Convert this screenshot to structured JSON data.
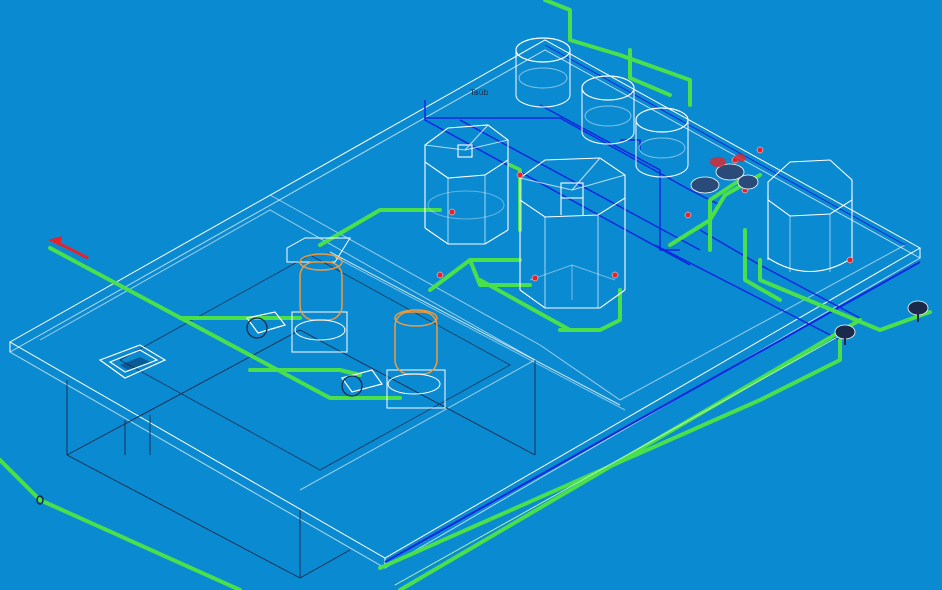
{
  "colors": {
    "background": "#0a8ad0",
    "wireframe": "#ffffff",
    "dark_edges": "#1b2a4a",
    "pipe_green": "#49e04c",
    "pipe_blue": "#1028e0",
    "pump_orange": "#f39a3a",
    "valve_red": "#e4232b"
  },
  "labels": {
    "tank_tag": "Taüb"
  },
  "objects": {
    "basin": "basin-structure",
    "tanks": [
      "dosing-tank-1",
      "dosing-tank-2",
      "dosing-tank-3",
      "settling-tank-octagonal-1",
      "settling-tank-octagonal-2",
      "round-tank-large"
    ],
    "pumps": [
      "pump-1",
      "pump-2"
    ],
    "valves": [
      "handwheel-valve-1",
      "handwheel-valve-2"
    ],
    "arrow": "flow-direction-arrow"
  }
}
